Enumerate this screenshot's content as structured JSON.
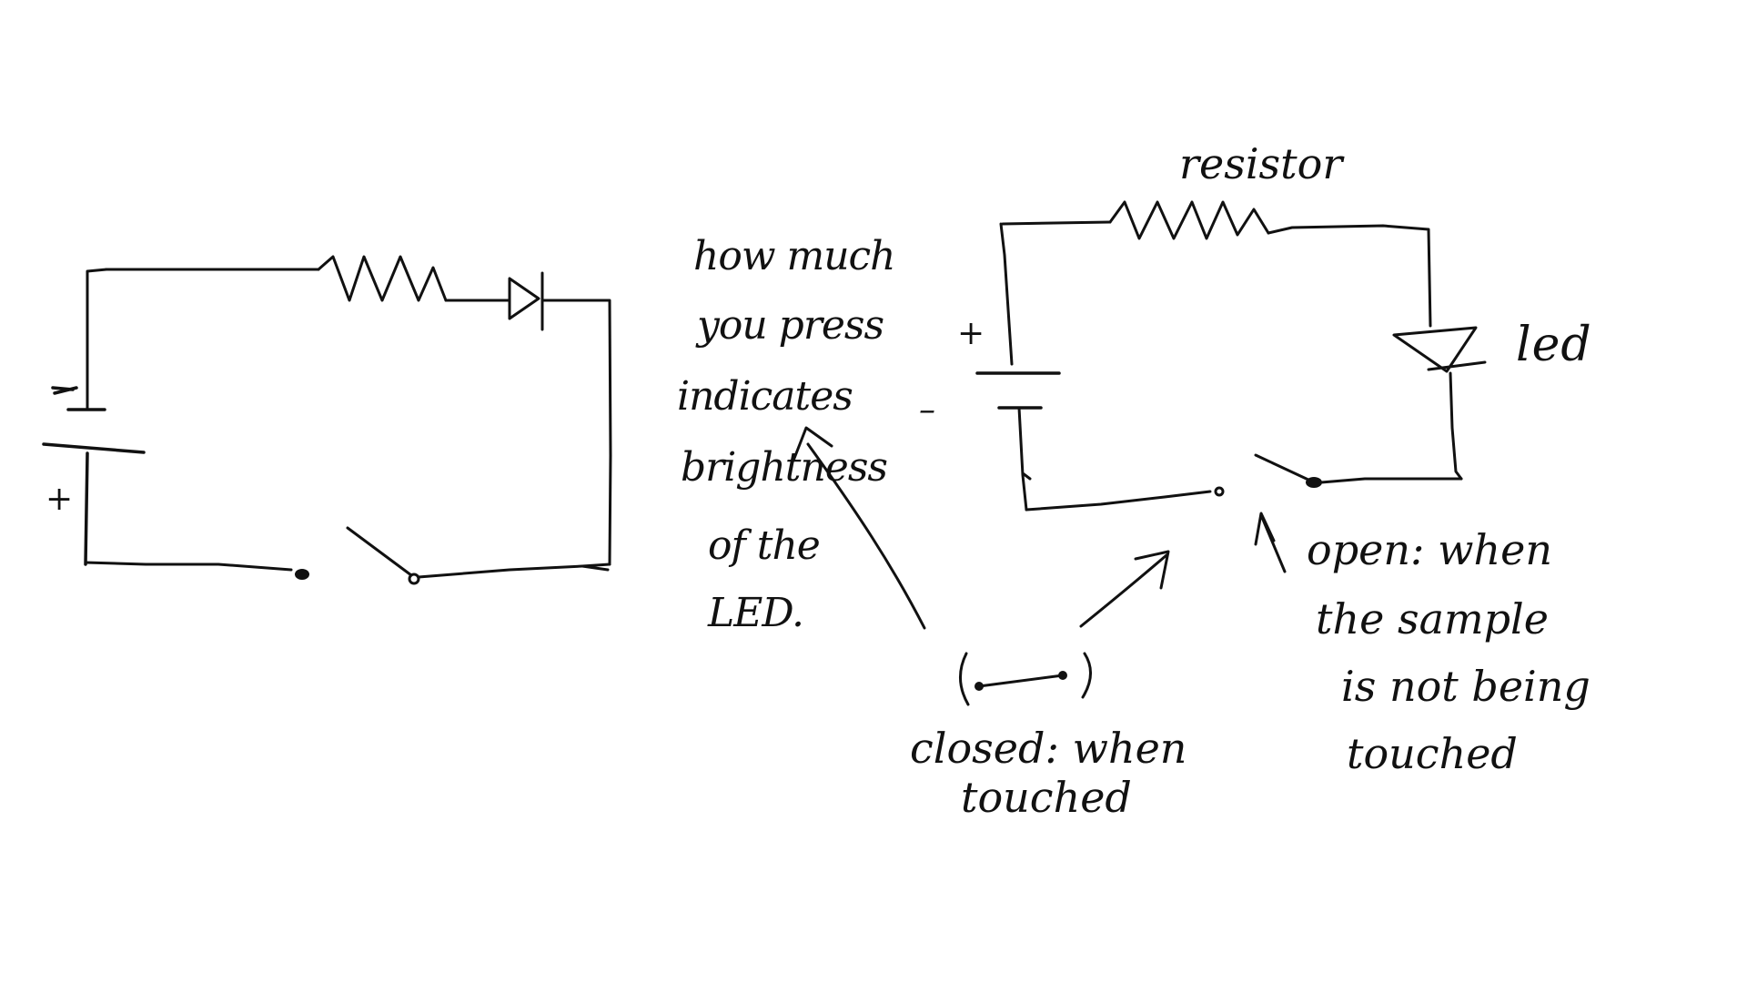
{
  "labels": {
    "brightness_note": [
      "how much",
      "you press",
      "indicates",
      "brightness",
      "of the",
      "LED."
    ],
    "resistor": "resistor",
    "led": "led",
    "closed_note": [
      "closed: when",
      "touched"
    ],
    "open_note": [
      "open: when",
      "the sample",
      "is not being",
      "touched"
    ],
    "plus": "+",
    "minus": "–"
  },
  "icons": [
    "resistor-symbol",
    "diode-symbol",
    "led-symbol",
    "battery-symbol",
    "open-switch-symbol",
    "closed-switch-symbol",
    "arrow-icon"
  ],
  "colors": {
    "ink": "#111111",
    "paper": "#ffffff"
  }
}
